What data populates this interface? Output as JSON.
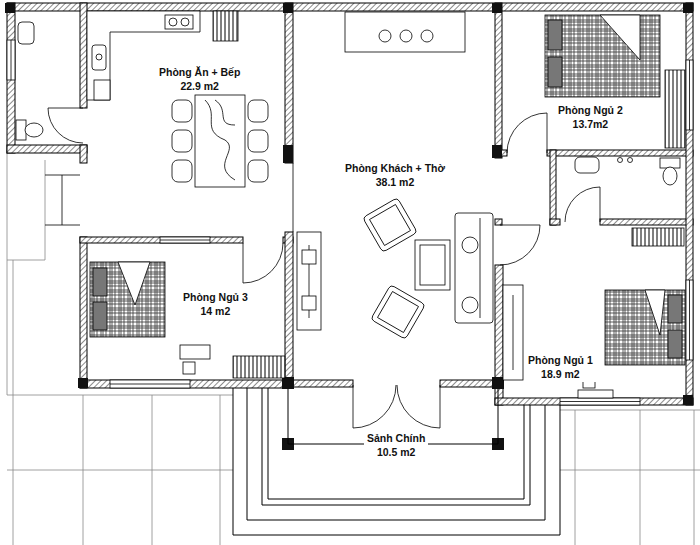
{
  "diagram": {
    "nodes": [
      {
        "text": [
          "Phòng Ăn + Bếp",
          "22.9 m2"
        ]
      },
      {
        "text": [
          "Phòng Ngủ 2",
          "13.7m2"
        ]
      },
      {
        "text": [
          "Phòng Khách + Thờ",
          "38.1 m2"
        ]
      },
      {
        "text": [
          "Phòng Ngủ 3",
          "14 m2"
        ]
      },
      {
        "text": [
          "Phòng Ngủ 1",
          "18.9 m2"
        ]
      },
      {
        "text": [
          "Sảnh Chính",
          "10.5 m2"
        ]
      }
    ]
  }
}
